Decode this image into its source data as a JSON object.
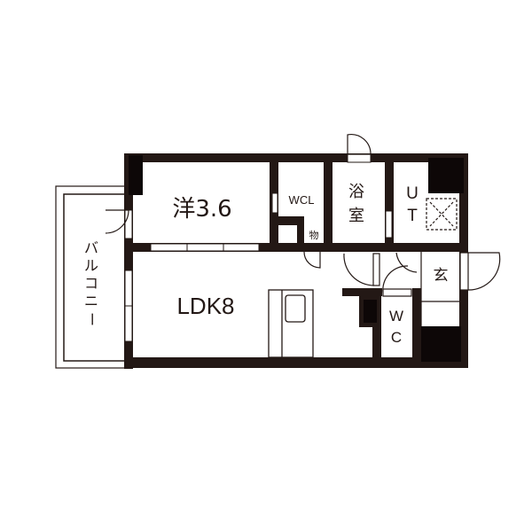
{
  "floorplan": {
    "colors": {
      "wall": "#231815",
      "fill": "#0d0707",
      "background": "#ffffff"
    },
    "rooms": {
      "western_room": {
        "label": "洋3.6"
      },
      "wcl": {
        "label": "WCL"
      },
      "storage": {
        "label": "物"
      },
      "bath": {
        "label_line1": "浴",
        "label_line2": "室"
      },
      "utility": {
        "label_line1": "U",
        "label_line2": "T"
      },
      "entrance": {
        "label": "玄"
      },
      "wc": {
        "label_line1": "W",
        "label_line2": "C"
      },
      "ldk": {
        "label": "LDK8"
      },
      "balcony": {
        "label_chars": [
          "バ",
          "ル",
          "コ",
          "ニ",
          "ー"
        ]
      }
    }
  }
}
